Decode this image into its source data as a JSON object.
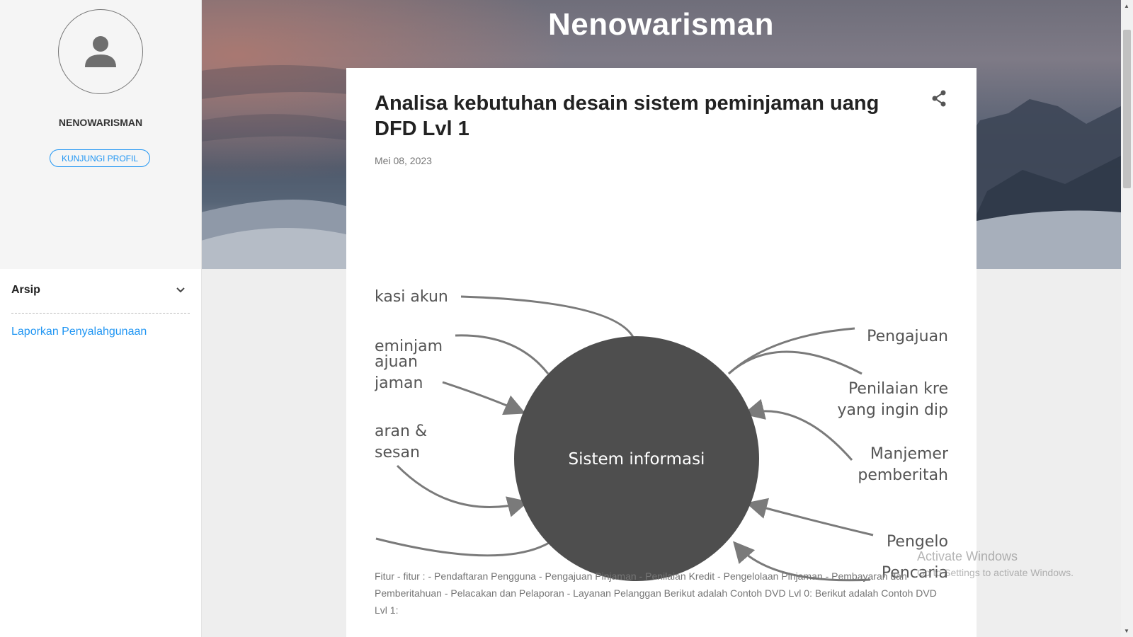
{
  "blog": {
    "title": "Nenowarisman"
  },
  "profile": {
    "name": "NENOWARISMAN",
    "visit_button": "KUNJUNGI PROFIL"
  },
  "sidebar": {
    "archive_label": "Arsip",
    "report_link": "Laporkan Penyalahgunaan"
  },
  "post": {
    "title": "Analisa kebutuhan desain sistem peminjaman uang DFD Lvl 1",
    "date": "Mei 08, 2023",
    "body": "Fitur - fitur :  - Pendaftaran Pengguna - Pengajuan Pinjaman - Penilaian Kredit - Pengelolaan Pinjaman - Pembayaran dan Pemberitahuan - Pelacakan dan Pelaporan - Layanan Pelanggan Berikut adalah Contoh DVD Lvl 0:   Berikut adalah Contoh DVD Lvl 1:"
  },
  "diagram": {
    "center": "Sistem informasi",
    "left_labels": [
      "kasi akun",
      "eminjam",
      "ajuan",
      "jaman",
      "aran &",
      "sesan"
    ],
    "right_labels": [
      "Pengajuan",
      "Penilaian kre",
      "yang ingin dip",
      "Manjemer",
      "pemberitah",
      "Pengelo",
      "Pencaria"
    ]
  },
  "watermark": {
    "line1": "Activate Windows",
    "line2": "Go to Settings to activate Windows."
  },
  "icons": {
    "avatar": "person-icon",
    "share": "share-icon",
    "chevron": "chevron-down-icon"
  }
}
